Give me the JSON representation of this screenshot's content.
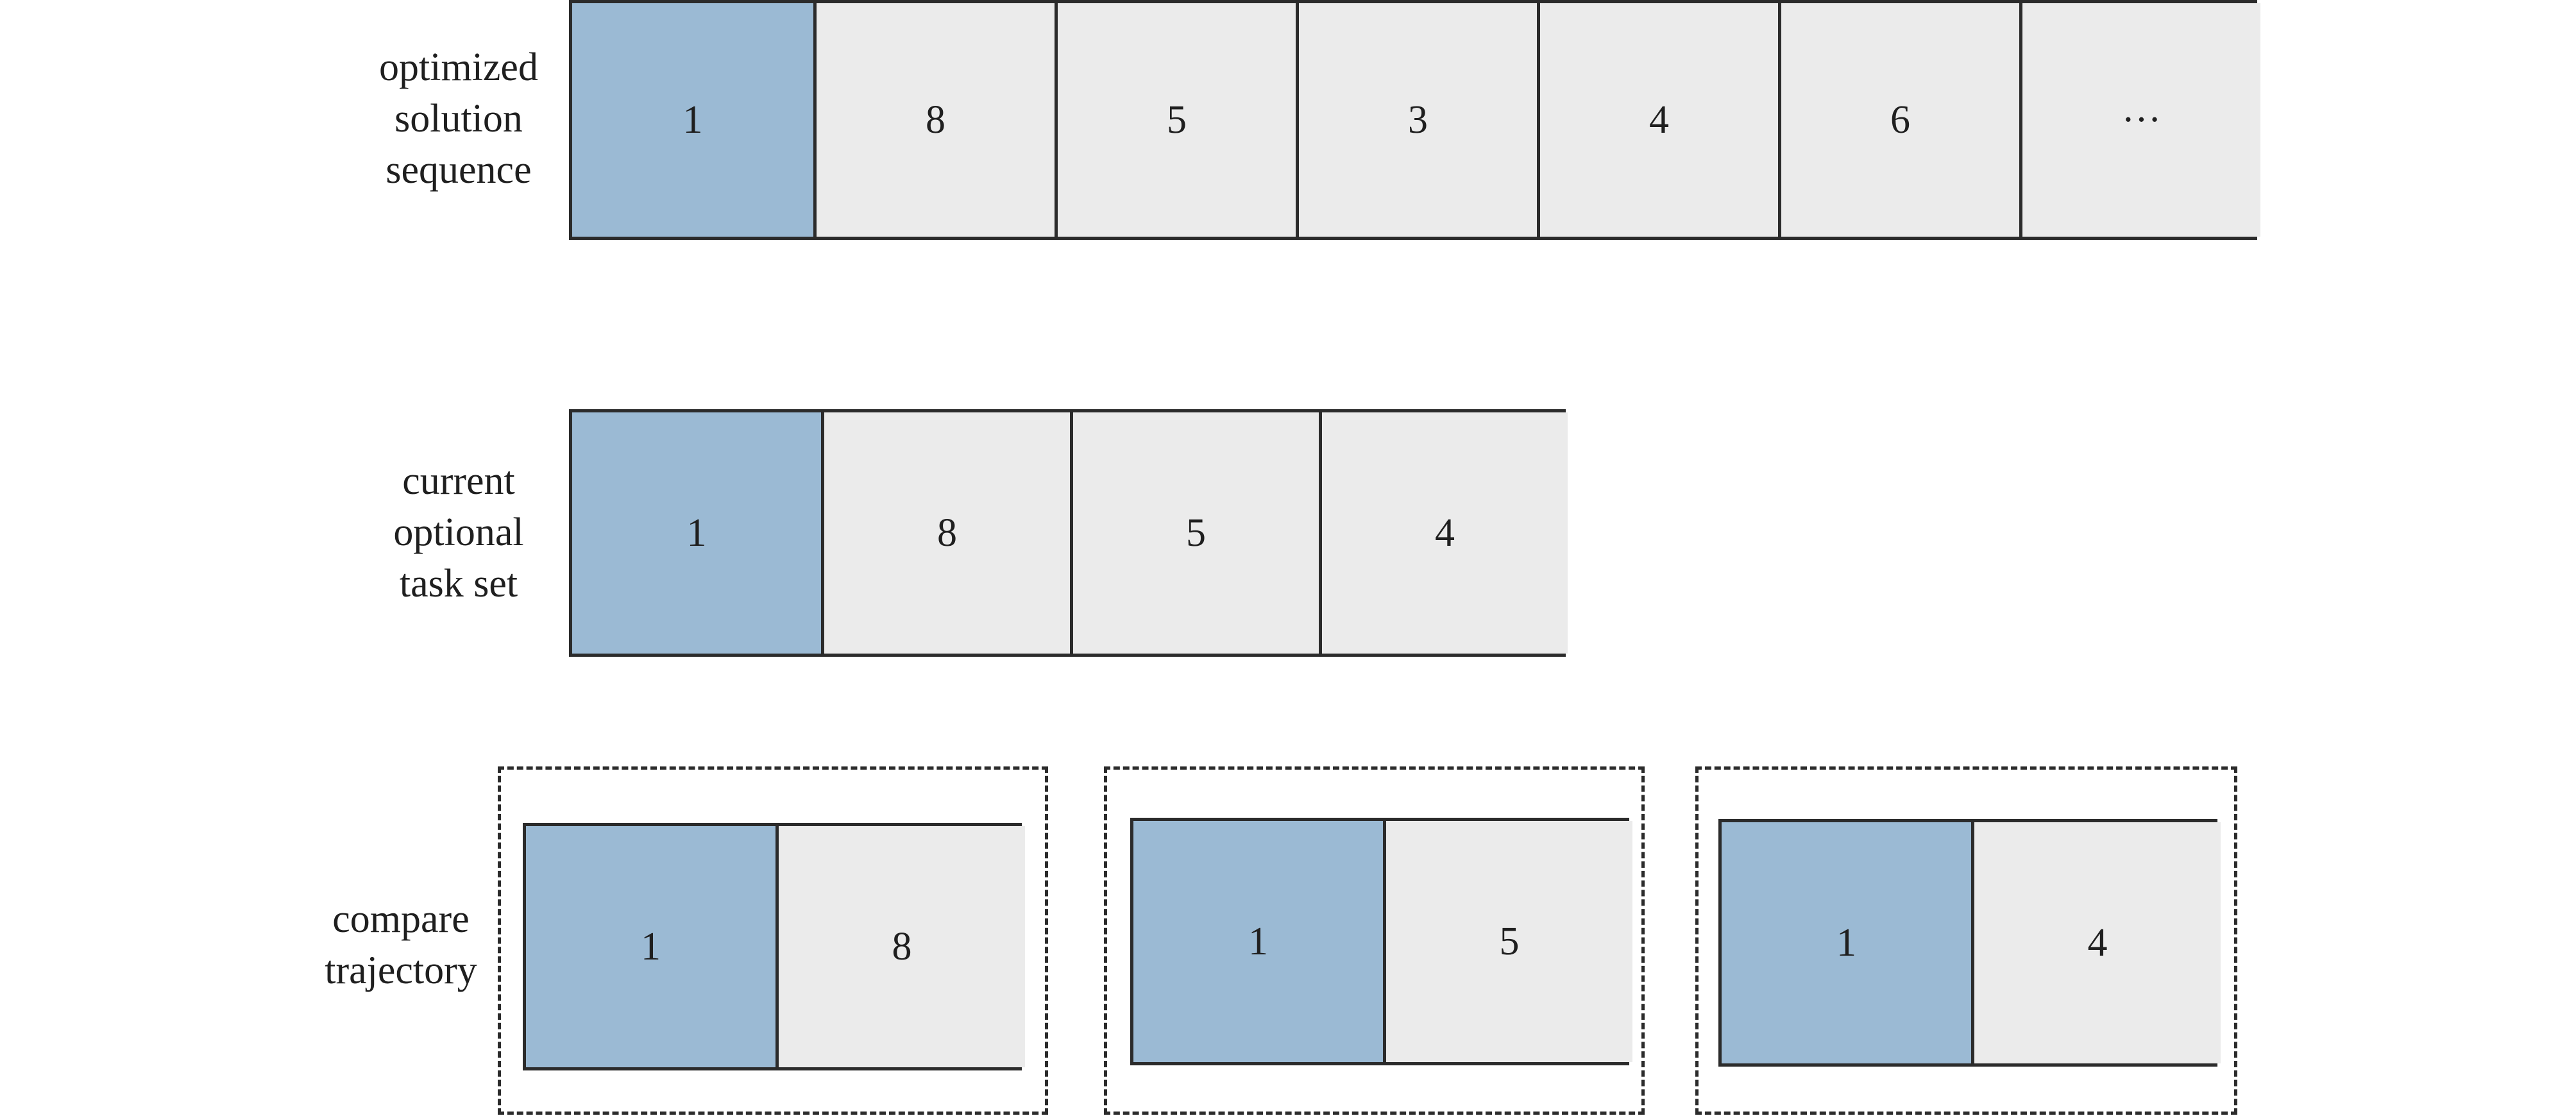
{
  "colors": {
    "highlight_cell": "#9bbad4",
    "default_cell": "#ebebeb",
    "border": "#2b2b2b"
  },
  "rows": {
    "optimized": {
      "label": [
        "optimized",
        "solution",
        "sequence"
      ],
      "cells": [
        "1",
        "8",
        "5",
        "3",
        "4",
        "6",
        "···"
      ],
      "highlighted": [
        0
      ]
    },
    "current": {
      "label": [
        "current",
        "optional",
        "task set"
      ],
      "cells": [
        "1",
        "8",
        "5",
        "4"
      ],
      "highlighted": [
        0
      ]
    },
    "compare": {
      "label": [
        "compare",
        "trajectory"
      ],
      "groups": [
        {
          "cells": [
            "1",
            "8"
          ],
          "highlighted": [
            0
          ]
        },
        {
          "cells": [
            "1",
            "5"
          ],
          "highlighted": [
            0
          ]
        },
        {
          "cells": [
            "1",
            "4"
          ],
          "highlighted": [
            0
          ]
        }
      ]
    }
  }
}
